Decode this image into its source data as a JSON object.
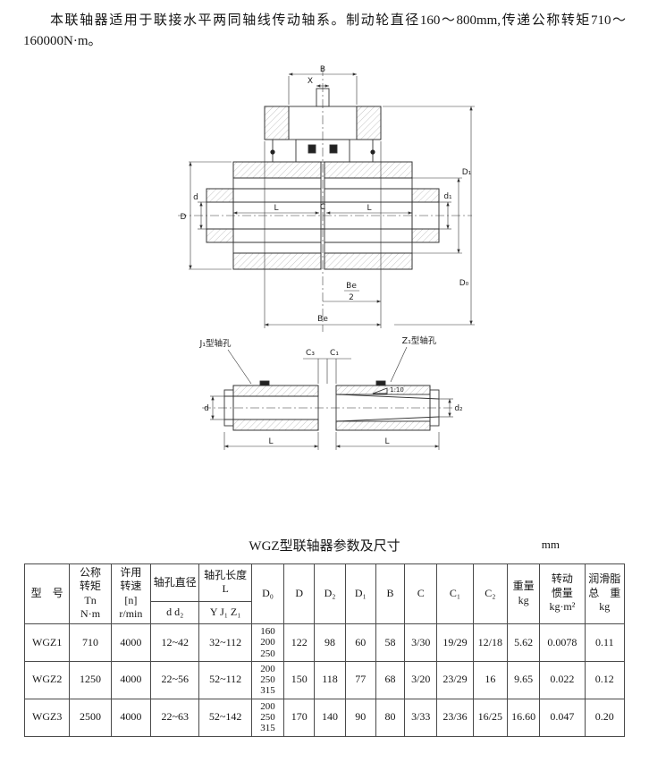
{
  "intro": {
    "text": "本联轴器适用于联接水平两同轴线传动轴系。制动轮直径160～800mm,传递公称转矩710～160000N·m。"
  },
  "drawing": {
    "labels": {
      "B": "B",
      "X": "X",
      "D": "D",
      "d": "d",
      "L": "L",
      "C": "C",
      "d1": "d₁",
      "D1": "D₁",
      "D0": "D₀",
      "Be": "Be",
      "two": "2",
      "C3": "C₃",
      "C1": "C₁",
      "d2": "d₂",
      "taper": "1:10",
      "j1": "J₁型轴孔",
      "z1": "Z₁型轴孔"
    }
  },
  "table": {
    "title": "WGZ型联轴器参数及尺寸",
    "unit": "mm",
    "headers": {
      "model": "型　号",
      "torque": "公称\n转矩\nTn\nN·m",
      "speed": "许用\n转速\n[n]\nr/min",
      "bore_d_title": "轴孔直径",
      "bore_d_sub": "d d₂",
      "bore_l_title": "轴孔长度\nL",
      "bore_l_sub": "Y J₁ Z₁",
      "d0": "D₀",
      "D": "D",
      "D2": "D₂",
      "D1": "D₁",
      "B": "B",
      "C": "C",
      "C1": "C₁",
      "C2": "C₂",
      "weight": "重量\nkg",
      "inertia": "转动\n惯量\nkg·m²",
      "grease": "润滑脂\n总　重\nkg"
    },
    "rows": [
      {
        "model": "WGZ1",
        "torque": "710",
        "speed": "4000",
        "bore_d": "12~42",
        "bore_l": "32~112",
        "d0": "160\n200\n250",
        "D": "122",
        "D2": "98",
        "D1": "60",
        "B": "58",
        "C": "3/30",
        "C1": "19/29",
        "C2": "12/18",
        "weight": "5.62",
        "inertia": "0.0078",
        "grease": "0.11"
      },
      {
        "model": "WGZ2",
        "torque": "1250",
        "speed": "4000",
        "bore_d": "22~56",
        "bore_l": "52~112",
        "d0": "200\n250\n315",
        "D": "150",
        "D2": "118",
        "D1": "77",
        "B": "68",
        "C": "3/20",
        "C1": "23/29",
        "C2": "16",
        "weight": "9.65",
        "inertia": "0.022",
        "grease": "0.12"
      },
      {
        "model": "WGZ3",
        "torque": "2500",
        "speed": "4000",
        "bore_d": "22~63",
        "bore_l": "52~142",
        "d0": "200\n250\n315",
        "D": "170",
        "D2": "140",
        "D1": "90",
        "B": "80",
        "C": "3/33",
        "C1": "23/36",
        "C2": "16/25",
        "weight": "16.60",
        "inertia": "0.047",
        "grease": "0.20"
      }
    ]
  }
}
